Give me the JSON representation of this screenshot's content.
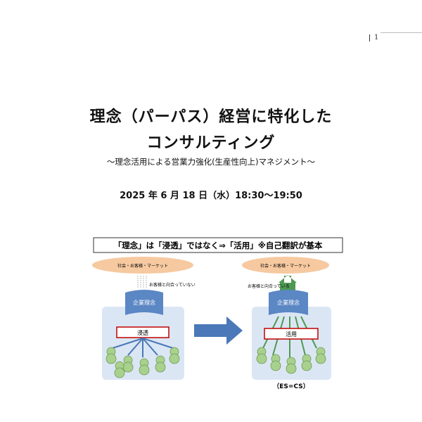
{
  "page_number": "1",
  "title_line1": "理念（パーパス）経営に特化した",
  "title_line2": "コンサルティング",
  "subtitle": "～理念活用による営業力強化(生産性向上)マネジメント～",
  "date": "2025 年 6 月 18 日（水）18:30～19:50",
  "figure": {
    "banner": "「理念」は「浸透」ではなく⇒「活用」※自己翻訳が基本",
    "left": {
      "society": "社会・お客様・マーケット",
      "facing_note": "お客様と向合っていない",
      "philosophy": "企業理念",
      "method": "浸透"
    },
    "right": {
      "society": "社会・お客様・マーケット",
      "facing_note": "お客様と向合っている",
      "philosophy": "企業理念",
      "method": "活用",
      "caption": "（ES=CS）"
    },
    "colors": {
      "ellipse": "#f6c9a0",
      "philosophy_box": "#5b87c5",
      "panel": "#dbe6f4",
      "arrow": "#4a78b8",
      "person": "#a9d18e",
      "up_arrow": "#4e9a52"
    }
  }
}
